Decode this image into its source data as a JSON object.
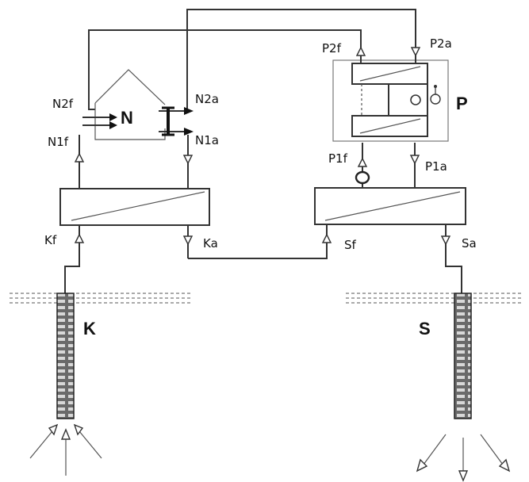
{
  "labels": {
    "n2f": "N2f",
    "n2a": "N2a",
    "n1f": "N1f",
    "n1a": "N1a",
    "n": "N",
    "p2f": "P2f",
    "p2a": "P2a",
    "p": "P",
    "p1f": "P1f",
    "p1a": "P1a",
    "kf": "Kf",
    "ka": "Ka",
    "sf": "Sf",
    "sa": "Sa",
    "k": "K",
    "s": "S"
  }
}
